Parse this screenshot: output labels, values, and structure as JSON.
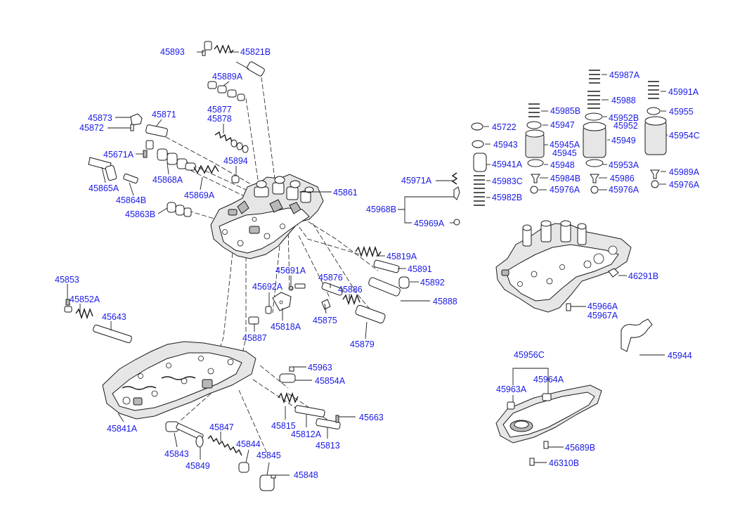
{
  "callouts": {
    "c45893": "45893",
    "c45821B": "45821B",
    "c45889A": "45889A",
    "c45877": "45877",
    "c45878": "45878",
    "c45873": "45873",
    "c45872": "45872",
    "c45871": "45871",
    "c45671A": "45671A",
    "c45894": "45894",
    "c45865A": "45865A",
    "c45868A": "45868A",
    "c45869A": "45869A",
    "c45864B": "45864B",
    "c45861": "45861",
    "c45863B": "45863B",
    "c45819A": "45819A",
    "c45891": "45891",
    "c45892": "45892",
    "c45888": "45888",
    "c45691A": "45691A",
    "c45692A": "45692A",
    "c45876": "45876",
    "c45886": "45886",
    "c45818A": "45818A",
    "c45875": "45875",
    "c45887": "45887",
    "c45879": "45879",
    "c45853": "45853",
    "c45852A": "45852A",
    "c45643": "45643",
    "c45963": "45963",
    "c45854A": "45854A",
    "c45841A": "45841A",
    "c45815": "45815",
    "c45812A": "45812A",
    "c45813": "45813",
    "c45663": "45663",
    "c45847": "45847",
    "c45843": "45843",
    "c45844": "45844",
    "c45849": "45849",
    "c45845": "45845",
    "c45848": "45848",
    "c45971A": "45971A",
    "c45968B": "45968B",
    "c45969A": "45969A",
    "c45722": "45722",
    "c45943": "45943",
    "c45941A": "45941A",
    "c45983C": "45983C",
    "c45982B": "45982B",
    "c45985B": "45985B",
    "c45947": "45947",
    "c45945A": "45945A",
    "c45945": "45945",
    "c45948": "45948",
    "c45984B": "45984B",
    "c45976A_1": "45976A",
    "c45987A": "45987A",
    "c45988": "45988",
    "c45952B": "45952B",
    "c45952": "45952",
    "c45949": "45949",
    "c45953A": "45953A",
    "c45986": "45986",
    "c45976A_2": "45976A",
    "c45991A": "45991A",
    "c45955": "45955",
    "c45954C": "45954C",
    "c45989A": "45989A",
    "c45976A_3": "45976A",
    "c46291B": "46291B",
    "c45966A": "45966A",
    "c45967A": "45967A",
    "c45944": "45944",
    "c45956C": "45956C",
    "c45963A": "45963A",
    "c45964A": "45964A",
    "c45689B": "45689B",
    "c46310B": "46310B"
  },
  "colors": {
    "label": "#1a1ae6",
    "line": "#1a1a1a"
  }
}
